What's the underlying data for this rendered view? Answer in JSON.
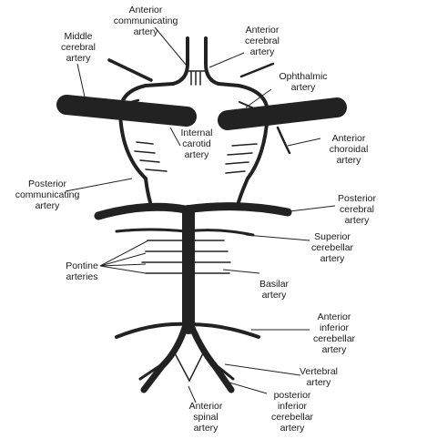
{
  "colors": {
    "vessel": "#222222",
    "text": "#1a1a1a",
    "background": "#ffffff"
  },
  "labels": {
    "anterior_communicating": [
      "Anterior",
      "communicating",
      "artery"
    ],
    "anterior_cerebral": [
      "Anterior",
      "cerebral",
      "artery"
    ],
    "middle_cerebral": [
      "Middle",
      "cerebral",
      "artery"
    ],
    "ophthalmic": [
      "Ophthalmic",
      "artery"
    ],
    "internal_carotid": [
      "Internal",
      "carotid",
      "artery"
    ],
    "anterior_choroidal": [
      "Anterior",
      "choroidal",
      "artery"
    ],
    "posterior_communicating": [
      "Posterior",
      "communicating",
      "artery"
    ],
    "posterior_cerebral": [
      "Posterior",
      "cerebral",
      "artery"
    ],
    "superior_cerebellar": [
      "Superior",
      "cerebellar",
      "artery"
    ],
    "pontine": [
      "Pontine",
      "arteries"
    ],
    "basilar": [
      "Basilar",
      "artery"
    ],
    "anterior_inferior_cerebellar": [
      "Anterior",
      "inferior",
      "cerebellar",
      "artery"
    ],
    "vertebral": [
      "Vertebral",
      "artery"
    ],
    "anterior_spinal": [
      "Anterior",
      "spinal",
      "artery"
    ],
    "posterior_inferior_cerebellar": [
      "posterior",
      "inferior",
      "cerebellar",
      "artery"
    ]
  }
}
